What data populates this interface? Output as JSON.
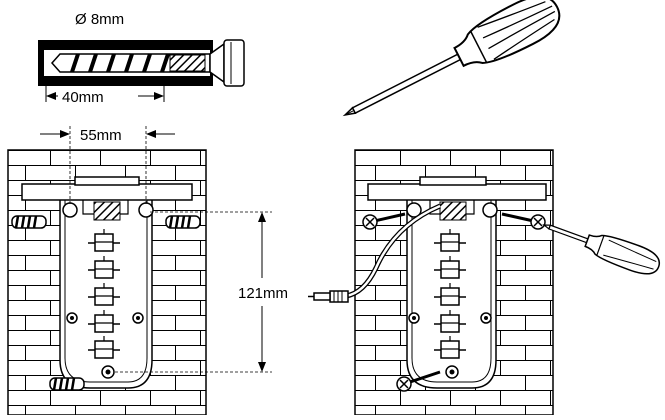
{
  "diagram": {
    "drill_diameter_label": "Ø 8mm",
    "drill_depth_label": "40mm",
    "hole_spacing_label": "55mm",
    "vertical_spacing_label": "121mm"
  }
}
